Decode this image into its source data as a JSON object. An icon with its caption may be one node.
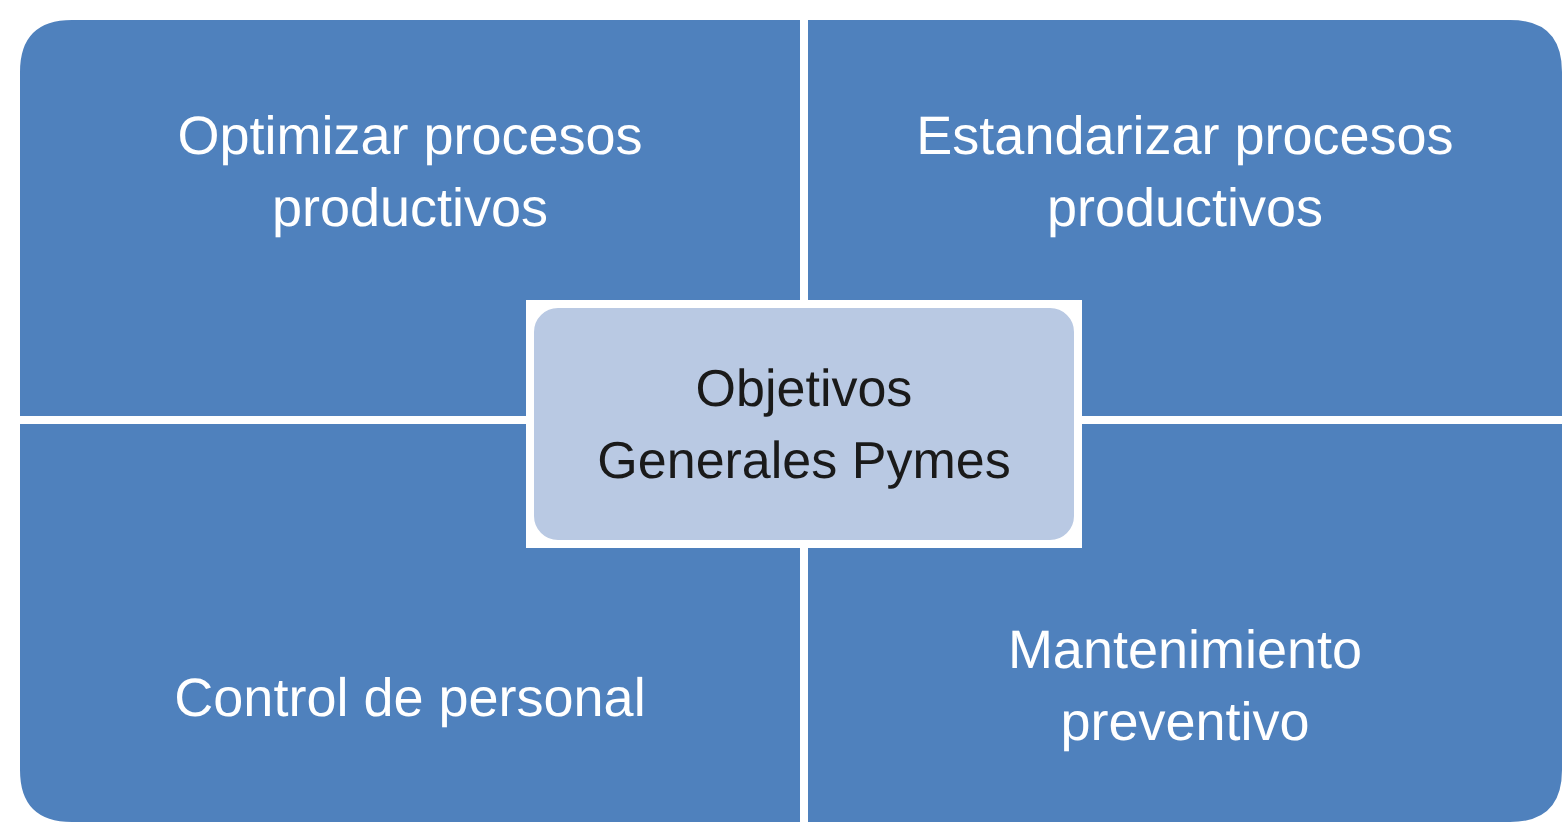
{
  "diagram": {
    "nodes": [
      {
        "text": [
          "Optimizar procesos productivos"
        ]
      },
      {
        "text": [
          "Estandarizar procesos productivos"
        ]
      },
      {
        "text": [
          "Objetivos Generales Pymes"
        ]
      },
      {
        "text": [
          "Control de personal"
        ]
      },
      {
        "text": [
          "Mantenimiento preventivo"
        ]
      }
    ],
    "edges": []
  }
}
